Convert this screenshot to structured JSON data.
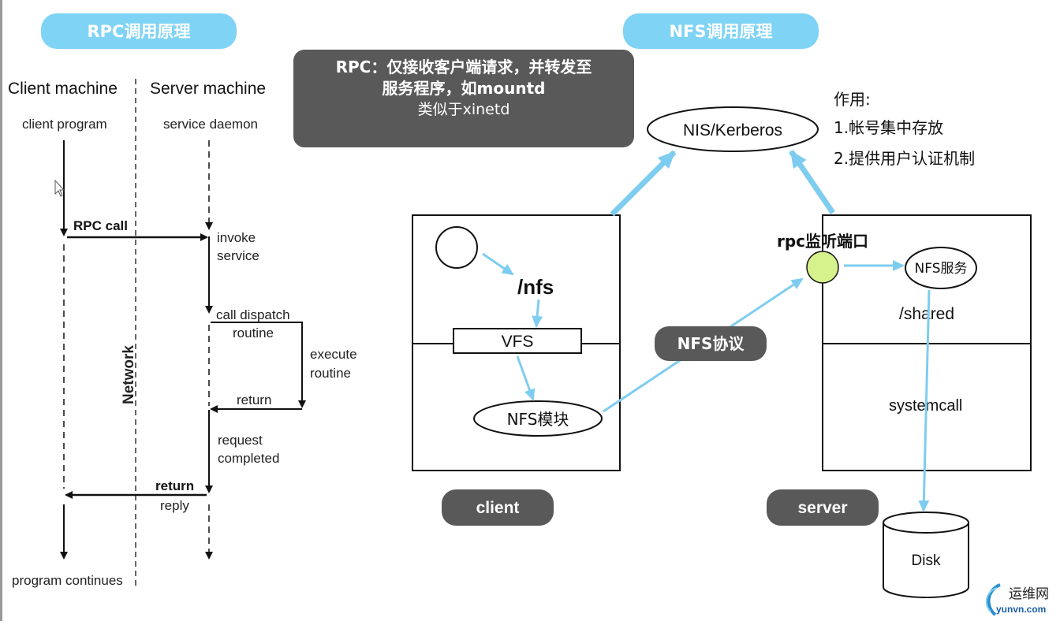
{
  "titles": {
    "rpc": "RPC调用原理",
    "nfs": "NFS调用原理"
  },
  "note": {
    "line1": "RPC：仅接收客户端请求，并转发至",
    "line2": "服务程序，如mountd",
    "line3": "类似于xinetd"
  },
  "rpc_diagram": {
    "client_header": "Client machine",
    "server_header": "Server machine",
    "client_program": "client program",
    "service_daemon": "service daemon",
    "rpc_call": "RPC call",
    "invoke": "invoke",
    "service": "service",
    "call_dispatch": "call dispatch",
    "routine": "routine",
    "execute": "execute",
    "execute_routine": "routine",
    "return_inner": "return",
    "request": "request",
    "completed": "completed",
    "return_bold": "return",
    "reply": "reply",
    "network": "Network",
    "program_continues": "program continues"
  },
  "nfs_diagram": {
    "nis": "NIS/Kerberos",
    "purpose_title": "作用:",
    "purpose1": "1.帐号集中存放",
    "purpose2": "2.提供用户认证机制",
    "nfs_path": "/nfs",
    "vfs": "VFS",
    "nfs_module": "NFS模块",
    "client_label": "client",
    "protocol": "NFS协议",
    "rpc_port": "rpc监听端口",
    "nfs_service": "NFS服务",
    "shared": "/shared",
    "systemcall": "systemcall",
    "server_label": "server",
    "disk": "Disk"
  },
  "logo": {
    "cn": "运维网",
    "en": "yunvn.com"
  },
  "colors": {
    "pill_blue": "#7fd3f5",
    "arrow_blue": "#7ecdf0",
    "dark_pill": "#595959",
    "port_green": "#d6f28c"
  }
}
